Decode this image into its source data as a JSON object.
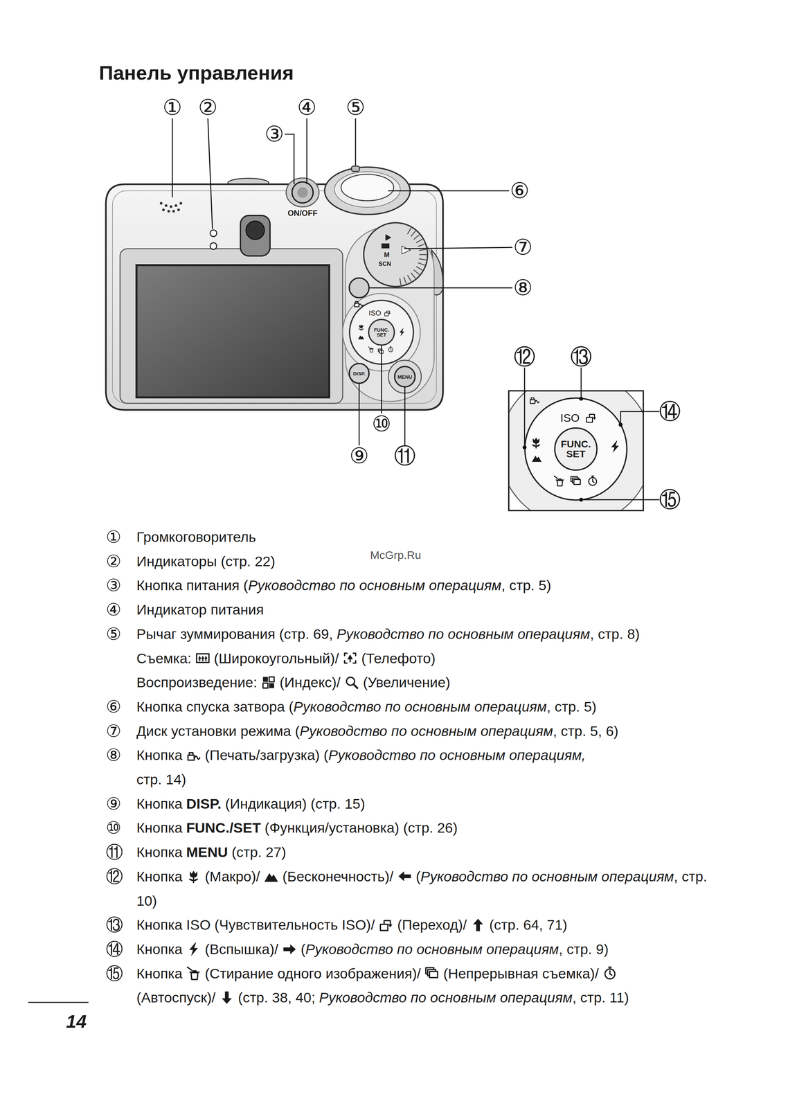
{
  "diagram": {
    "title": "Панель управления",
    "labels": [
      "①",
      "②",
      "③",
      "④",
      "⑤",
      "⑥",
      "⑦",
      "⑧",
      "⑨",
      "⑩",
      "⑪",
      "⑫",
      "⑬",
      "⑭",
      "⑮",
      "ON/OFF",
      "SCN",
      "M",
      "ISO",
      "FUNC. SET",
      "DISP.",
      "MENU",
      "ISO",
      "FUNC. SET",
      "McGrp.Ru",
      "14",
      "①",
      "②",
      "③",
      "④",
      "⑤",
      "⑥",
      "⑦",
      "⑧",
      "⑨",
      "⑩",
      "⑪",
      "⑫",
      "⑬",
      "⑭",
      "⑮",
      "Громкоговоритель",
      "Индикаторы (стр. 22)",
      "Кнопка питания (",
      "Руководство по основным операциям",
      ", стр. 5)",
      "Индикатор питания",
      "Рычаг зуммирования (стр. 69,",
      "Руководство по основным операциям",
      ", стр. 8)",
      "Съемка:",
      "(Широкоугольный)/",
      "(Телефото)",
      "Воспроизведение:",
      "(Индекс)/",
      "(Увеличение)",
      "Кнопка спуска затвора (",
      "Руководство по основным операциям",
      ", стр. 5)",
      "Диск установки режима (",
      "Руководство по основным операциям",
      ", стр. 5, 6)",
      "Кнопка",
      "(Печать/загрузка) (",
      "Руководство по основным операциям,",
      "стр. 14)",
      "Кнопка",
      "DISP.",
      "(Индикация) (стр. 15)",
      "Кнопка",
      "FUNC./SET",
      "(Функция/установка) (стр. 26)",
      "Кнопка",
      "MENU",
      "(стр. 27)",
      "Кнопка",
      "(Макро)/",
      "(Бесконечность)/",
      "(",
      "Руководство по основным операциям",
      ", стр. 10)",
      "Кнопка",
      "ISO",
      "(Чувствительность ISO)/",
      "(Переход)/",
      "(стр. 64, 71)",
      "Кнопка",
      "(Вспышка)/",
      "(",
      "Руководство по основным операциям",
      ", стр. 9)",
      "Кнопка",
      "(Стирание одного изображения)/",
      "(Непрерывная съемка)/",
      "(Автоспуск)/",
      "(стр. 38, 40;",
      "Руководство по основным операциям",
      ", стр. 11)"
    ]
  }
}
